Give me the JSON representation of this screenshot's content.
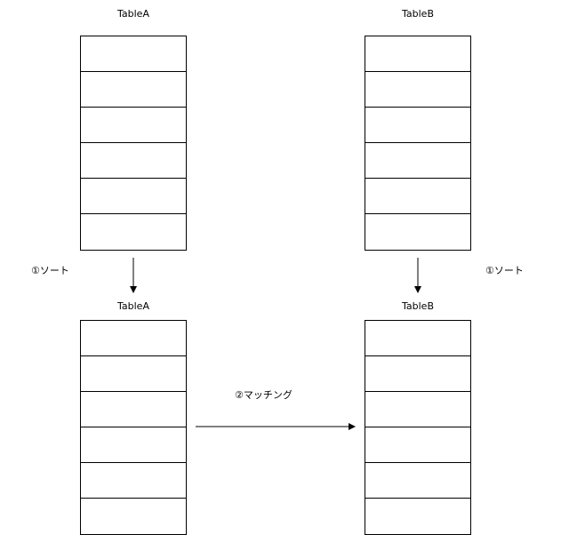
{
  "tables": [
    {
      "title": "TableA",
      "rows": 6
    },
    {
      "title": "TableB",
      "rows": 6
    },
    {
      "title": "TableA",
      "rows": 6
    },
    {
      "title": "TableB",
      "rows": 6
    }
  ],
  "steps": {
    "sort_left": "①ソート",
    "sort_right": "①ソート",
    "matching": "②マッチング"
  },
  "colors": {
    "stroke": "#000000",
    "fill": "#ffffff"
  }
}
